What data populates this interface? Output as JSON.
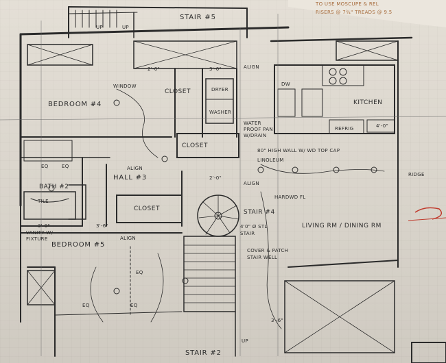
{
  "notes_top_right": {
    "line1": "TO USE MOSCUPE & REL",
    "line2": "RISERS @ 7¾\" TREADS @ 9.5"
  },
  "rooms": {
    "stair5": "STAIR #5",
    "bedroom4": "BEDROOM #4",
    "closet_upper": "CLOSET",
    "dryer": "DRYER",
    "washer": "WASHER",
    "kitchen": "KITCHEN",
    "closet_mid": "CLOSET",
    "hall3": "HALL #3",
    "bath2": "BATH #2",
    "tile": "TILE",
    "closet_lower": "CLOSET",
    "stair4": "STAIR #4",
    "living": "LIVING RM / DINING RM",
    "bedroom5": "BEDROOM #5",
    "stair2": "STAIR #2"
  },
  "annotations": {
    "up1": "UP",
    "up2": "UP",
    "up3": "UP",
    "align1": "ALIGN",
    "align2": "ALIGN",
    "align3": "ALIGN",
    "align4": "ALIGN",
    "window": "WINDOW",
    "dw": "DW",
    "refrig": "REFRIG",
    "waterproof1": "WATER",
    "waterproof2": "PROOF PAN",
    "waterproof3": "W/DRAIN",
    "high_wall1": "80\" HIGH WALL W/ WD TOP CAP",
    "linoleum": "LINOLEUM",
    "ridge": "RIDGE",
    "hardwood": "HARDWD FL",
    "stair_dia1": "4'0\" Ø STL",
    "stair_dia2": "STAIR",
    "cover1": "COVER & PATCH",
    "cover2": "STAIR WELL",
    "vanity1": "VANITY W/",
    "vanity2": "FIXTURE",
    "eq1": "EQ",
    "eq2": "EQ",
    "eq3": "EQ",
    "eq4": "EQ",
    "eq5": "EQ",
    "dim1": "3'-0\"",
    "dim2": "3'-6\"",
    "dim3": "2'-0\"",
    "dim4": "3'-0\"",
    "dim5": "4'-0\"",
    "dim6": "3'-6\"",
    "dim7": "2'-0\""
  }
}
